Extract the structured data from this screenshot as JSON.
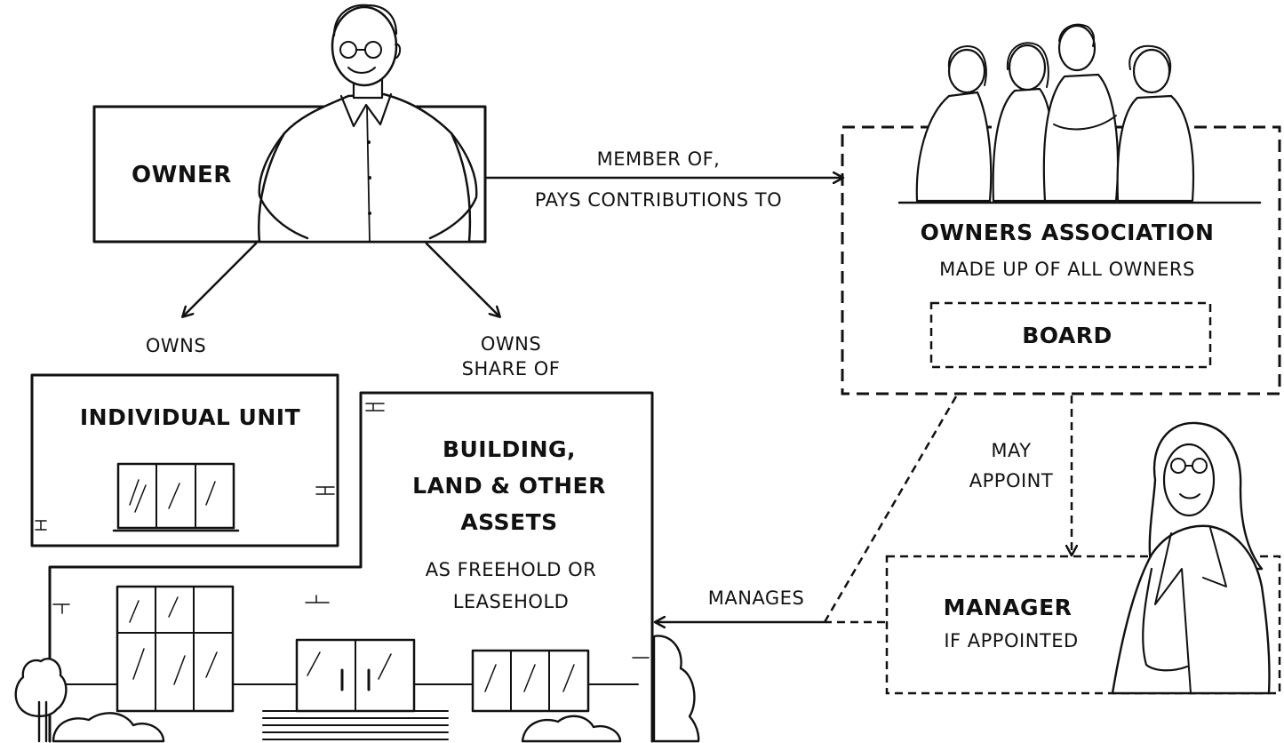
{
  "owner": {
    "label": "OWNER"
  },
  "member_edge": {
    "line1": "MEMBER OF,",
    "line2": "PAYS CONTRIBUTIONS TO"
  },
  "owns_unit_edge": {
    "label": "OWNS"
  },
  "owns_share_edge": {
    "line1": "OWNS",
    "line2": "SHARE OF"
  },
  "association": {
    "title": "OWNERS ASSOCIATION",
    "subtitle": "MADE UP OF ALL OWNERS",
    "board": "BOARD"
  },
  "unit": {
    "label": "INDIVIDUAL UNIT"
  },
  "building": {
    "line1": "BUILDING,",
    "line2": "LAND & OTHER",
    "line3": "ASSETS",
    "line4": "AS FREEHOLD OR",
    "line5": "LEASEHOLD"
  },
  "appoint_edge": {
    "line1": "MAY",
    "line2": "APPOINT"
  },
  "manages_edge": {
    "label": "MANAGES"
  },
  "manager": {
    "title": "MANAGER",
    "subtitle": "IF APPOINTED"
  },
  "colors": {
    "ink": "#111111",
    "background": "#ffffff"
  },
  "icons": [
    "owner-person-illustration",
    "owners-group-illustration",
    "manager-person-illustration",
    "tree-icon",
    "bush-icon",
    "window-icon",
    "door-icon"
  ]
}
